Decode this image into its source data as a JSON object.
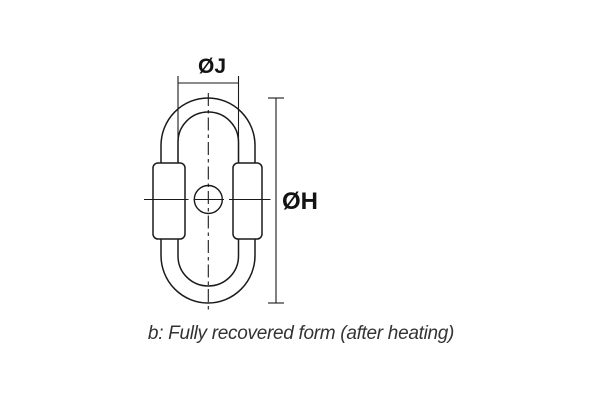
{
  "diagram": {
    "type": "technical-drawing",
    "subject": "quick-link shaped component, fully recovered state",
    "labels": {
      "width_dimension": "ØJ",
      "height_dimension": "ØH"
    },
    "caption": "b: Fully recovered form (after heating)",
    "colors": {
      "line": "#1a1a1a",
      "label_text": "#131313",
      "caption_text": "#333333",
      "background": "#ffffff"
    }
  }
}
